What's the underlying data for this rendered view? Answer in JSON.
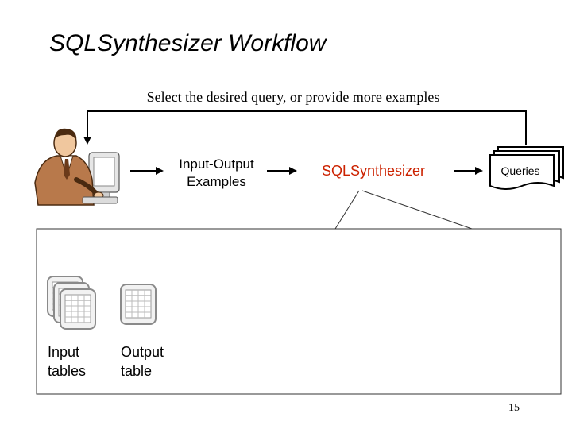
{
  "title": "SQLSynthesizer Workflow",
  "feedback_label": "Select the desired query, or provide more examples",
  "input_output": {
    "line1": "Input-Output",
    "line2": "Examples"
  },
  "synthesizer_label": "SQLSynthesizer",
  "queries_label": "Queries",
  "input_tables": {
    "line1": "Input",
    "line2": "tables"
  },
  "output_table": {
    "line1": "Output",
    "line2": "table"
  },
  "slide_number": "15",
  "colors": {
    "synthesizer_text": "#cc2200",
    "lines": "#000000",
    "spreadsheet_icon": "#8a8a8a"
  },
  "icons": [
    "user-at-computer-icon",
    "arrow-right-icon",
    "spreadsheet-stack-icon",
    "spreadsheet-icon",
    "query-document-stack-icon"
  ]
}
